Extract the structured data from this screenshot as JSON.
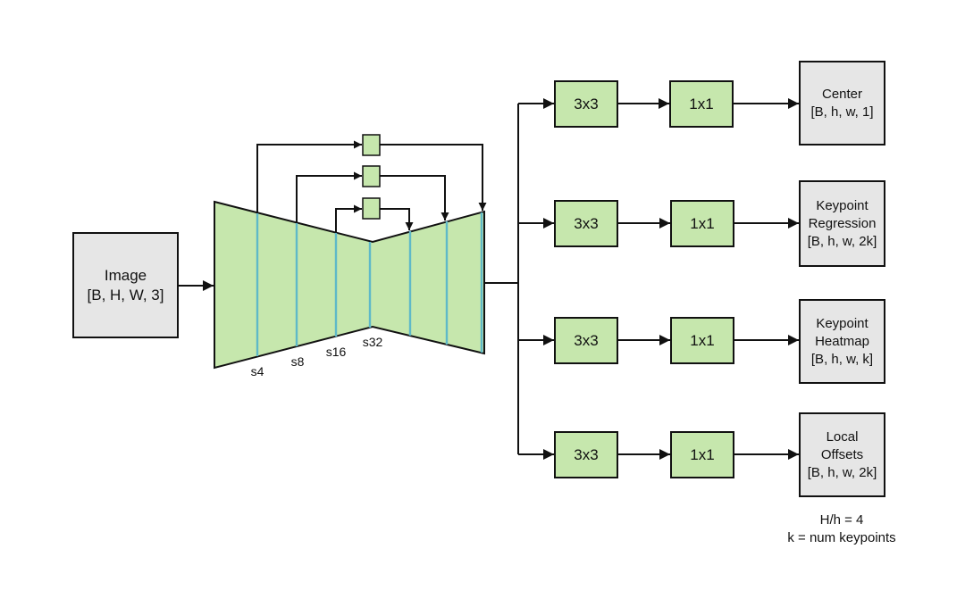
{
  "input": {
    "title": "Image",
    "shape": "[B, H, W, 3]"
  },
  "scales": [
    "s4",
    "s8",
    "s16",
    "s32"
  ],
  "heads": [
    {
      "conv1": "3x3",
      "conv2": "1x1",
      "out_lines": [
        "Center",
        "[B, h, w, 1]"
      ]
    },
    {
      "conv1": "3x3",
      "conv2": "1x1",
      "out_lines": [
        "Keypoint",
        "Regression",
        "[B, h, w, 2k]"
      ]
    },
    {
      "conv1": "3x3",
      "conv2": "1x1",
      "out_lines": [
        "Keypoint",
        "Heatmap",
        "[B, h, w, k]"
      ]
    },
    {
      "conv1": "3x3",
      "conv2": "1x1",
      "out_lines": [
        "Local",
        "Offsets",
        "[B, h, w, 2k]"
      ]
    }
  ],
  "notes": [
    "H/h = 4",
    "k = num keypoints"
  ],
  "colors": {
    "green": "#c6e7ad",
    "gray": "#e6e6e6",
    "stripe": "#5fb9c8",
    "stroke": "#111111"
  }
}
